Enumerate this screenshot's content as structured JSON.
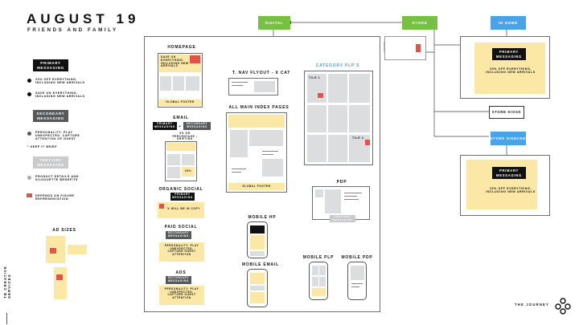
{
  "header": {
    "title": "AUGUST 19",
    "subtitle": "FRIENDS AND FAMILY"
  },
  "legend": {
    "primary": "PRIMARY MESSAGING",
    "primary_bullets": [
      "25% OFF EVERYTHING, INCLUDING NEW ARRIVALS",
      "SAVE ON EVERYTHING, INCLUDING NEW ARRIVALS"
    ],
    "secondary": "SECONDARY MESSAGING",
    "secondary_bullets": [
      "PERSONALITY. PLAY UNEXPECTED. CAPTURE ATTENTION OF GUEST"
    ],
    "secondary_sub": "KEEP IT BRIEF",
    "tertiary": "TERTIARY MESSAGING",
    "tertiary_bullets": [
      "PRODUCT DETAILS AND SILHOUETTE BENEFITS"
    ],
    "figure_note": "DEPENDS ON FIGURE REPRESENTATION"
  },
  "ad_sizes": {
    "label": "AD SIZES"
  },
  "side": {
    "vertical": "TB CREATIVE SERVICES"
  },
  "footer": {
    "journey": "THE JOURNEY"
  },
  "channels": {
    "digital": "DIGITAL",
    "store": "STORE",
    "in_home": "IN HOME",
    "store_kiosk": "STORE KIOSK",
    "store_signage": "STORE SIGNAGE"
  },
  "homepage": {
    "title": "HOMEPAGE",
    "hero_text": "SAVE ON EVERYTHING, INCLUDING NEW ARRIVALS",
    "footer": "GLOBAL FOOTER"
  },
  "nav": {
    "title": "T. NAV FLYOUT - X CAT"
  },
  "category": {
    "title": "CATEGORY PLP's",
    "tile1": "TILE 1",
    "tile2": "TILE 2"
  },
  "index": {
    "title": "ALL MAIN INDEX PAGES",
    "footer": "GLOBAL FOOTER"
  },
  "email": {
    "title": "EMAIL",
    "primary": "PRIMARY MESSAGING",
    "secondary": "SECONDARY MESSAGING",
    "note": "5% OR PERCENTAGE - SHIFTING",
    "badge": "25%"
  },
  "organic": {
    "title": "ORGANIC SOCIAL",
    "primary": "PRIMARY MESSAGING",
    "note": "% WILL BE IN COPY"
  },
  "paid": {
    "title": "PAID SOCIAL",
    "secondary": "SECONDARY MESSAGING",
    "note": "PERSONALITY. PLAY UNEXPECTED. CAPTURE GUEST ATTENTION"
  },
  "ads": {
    "title": "ADS",
    "secondary": "SECONDARY MESSAGING",
    "note": "PERSONALITY. PLAY UNEXPECTED. CAPTURE GUEST ATTENTION"
  },
  "pdp": {
    "title": "PDP",
    "tertiary": "TERTIARY MESSAGING"
  },
  "mobile": {
    "hp": "MOBILE HP",
    "email": "MOBILE EMAIL",
    "plp": "MOBILE PLP",
    "pdp": "MOBILE PDP"
  },
  "in_home_card": {
    "primary": "PRIMARY MESSAGING",
    "text": "25% OFF EVERYTHING, INCLUDING NEW ARRIVALS"
  },
  "signage_card": {
    "primary": "PRIMARY MESSAGING",
    "text": "25% OFF EVERYTHING, INCLUDING NEW ARRIVALS"
  }
}
